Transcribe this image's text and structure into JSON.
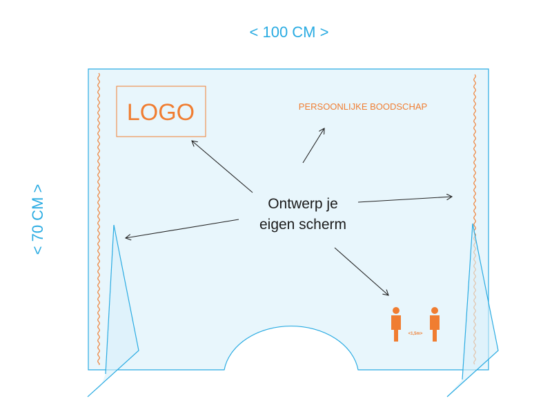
{
  "colors": {
    "dimension": "#29abe2",
    "panel_fill": "#e8f6fc",
    "panel_stroke": "#29abe2",
    "accent": "#f07d31",
    "text": "#1a1a1a",
    "arrow": "#222222"
  },
  "dimensions": {
    "width_label": "< 100 CM >",
    "height_label": "< 70 CM >"
  },
  "screen": {
    "logo_label": "LOGO",
    "message_label": "PERSOONLIJKE BOODSCHAP",
    "center_line1": "Ontwerp je",
    "center_line2": "eigen scherm",
    "distance_label": "<1,5m>"
  },
  "icons": [
    "person-icon",
    "person-icon",
    "wavy-edge-icon",
    "wavy-edge-icon"
  ]
}
